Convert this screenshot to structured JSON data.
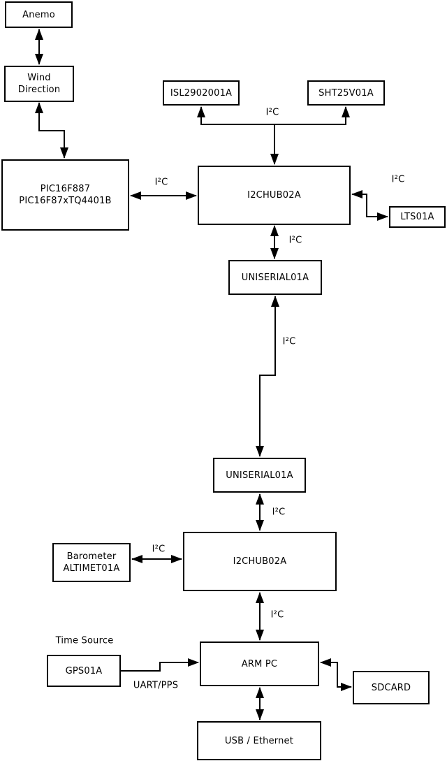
{
  "diagram": {
    "nodes": {
      "anemo": "Anemo",
      "wind_direction": "Wind\nDirection",
      "pic": "PIC16F887\nPIC16F87xTQ4401B",
      "isl": "ISL2902001A",
      "sht": "SHT25V01A",
      "i2chub_top": "I2CHUB02A",
      "lts": "LTS01A",
      "uniserial_top": "UNISERIAL01A",
      "uniserial_bottom": "UNISERIAL01A",
      "barometer": "Barometer\nALTIMET01A",
      "i2chub_bottom": "I2CHUB02A",
      "gps": "GPS01A",
      "arm_pc": "ARM PC",
      "sdcard": "SDCARD",
      "usb_ethernet": "USB / Ethernet"
    },
    "edge_labels": {
      "i2c": "I²C",
      "uart_pps": "UART/PPS",
      "time_source": "Time Source"
    },
    "colors": {
      "background": "#ffffff",
      "box_fill": "#ffffff",
      "box_border": "#000000",
      "line": "#000000",
      "text": "#000000"
    }
  }
}
